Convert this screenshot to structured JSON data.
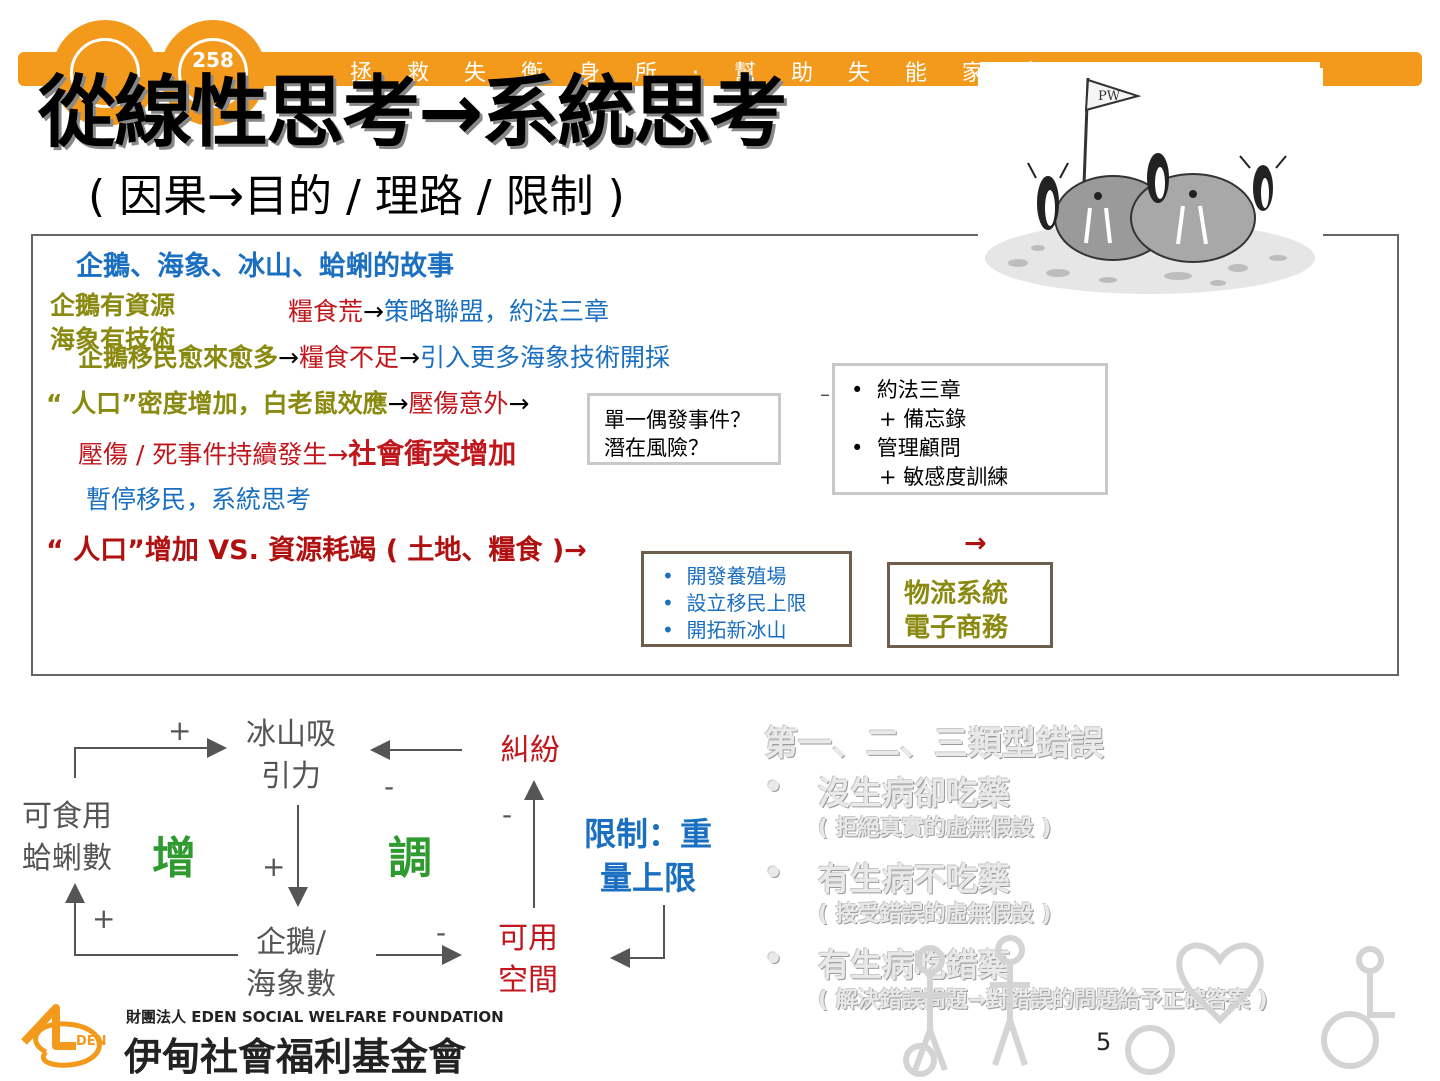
{
  "header": {
    "banner_text": "拯 救 失 衡 身 所 · 幫 助 失 能 家 庭",
    "logo_number": "258",
    "title": "從線性思考→系統思考",
    "subtitle": "( 因果→目的 / 理路 / 限制 )"
  },
  "story": {
    "heading": "企鵝、海象、冰山、蛤蜊的故事",
    "line1a": "企鵝有資源",
    "line1b": "海象有技術",
    "line1_red": "糧食荒",
    "line1_arrow": "→",
    "line1_blue": "策略聯盟，約法三章",
    "line2_olive": "企鵝移民愈來愈多",
    "line2_arrow1": "→",
    "line2_red": "糧食不足",
    "line2_arrow2": "→",
    "line2_blue": "引入更多海象技術開採",
    "line3_olive": "“ 人口”密度增加，白老鼠效應",
    "line3_arrow1": "→",
    "line3_red": "壓傷意外",
    "line3_arrow2": "→",
    "box1_line1": "單一偶發事件？",
    "box1_line2": "潛在風險？",
    "line3_dash": "–",
    "box2_items": [
      "約法三章",
      "+ 備忘錄",
      "管理顧問",
      "+ 敏感度訓練"
    ],
    "line4_red": "壓傷 / 死事件持續發生→",
    "line4_red_bold": "社會衝突增加",
    "line5_blue": "暫停移民，系統思考",
    "line6_red": "“ 人口”增加 VS. 資源耗竭 ( 土地、糧食 )→",
    "line6_arrow": "→",
    "box3_items": [
      "開發養殖場",
      "設立移民上限",
      "開拓新冰山"
    ],
    "box4_line1": "物流系統",
    "box4_line2": "電子商務"
  },
  "diagram": {
    "node_iceberg": "冰山吸\n引力",
    "node_clams": "可食用\n蛤蜊數",
    "node_penguins": "企鵝/\n海象數",
    "node_dispute": "糾紛",
    "node_space": "可用\n空間",
    "label_grow": "增",
    "label_adjust": "調",
    "limit_text": "限制：重\n量上限",
    "signs": [
      "+",
      "-",
      "+",
      "+",
      "-",
      "-"
    ]
  },
  "errors": {
    "heading": "第一、二、三類型錯誤",
    "items": [
      {
        "title": "沒生病卻吃藥",
        "note": "( 拒絕真實的虛無假設 )"
      },
      {
        "title": "有生病不吃藥",
        "note": "( 接受錯誤的虛無假設 )"
      },
      {
        "title": "有生病吃錯藥",
        "note": "( 解決錯誤問題→對錯誤的問題給予正確答案 )"
      }
    ]
  },
  "footer": {
    "org_en": "財團法人 EDEN SOCIAL WELFARE FOUNDATION",
    "org_zh": "伊甸社會福利基金會",
    "logo_mark": "DEN",
    "page_number": "5"
  },
  "colors": {
    "orange": "#f39a1d",
    "blue": "#1a6fc0",
    "olive": "#8a8a10",
    "red": "#c0161c",
    "green": "#2f9a2f"
  }
}
